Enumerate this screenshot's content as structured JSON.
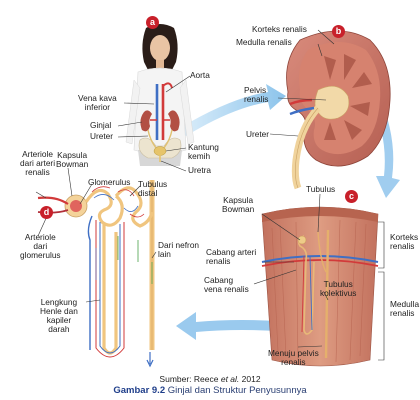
{
  "badges": {
    "a": "a",
    "b": "b",
    "c": "c",
    "d": "d"
  },
  "labels": {
    "aorta": "Aorta",
    "vena_kava": "Vena kava\ninferior",
    "ginjal": "Ginjal",
    "ureter_a": "Ureter",
    "kantung_kemih": "Kantung\nkemih",
    "uretra": "Uretra",
    "korteks_renalis_b": "Korteks renalis",
    "medulla_renalis_b": "Medulla renalis",
    "pelvis_renalis": "Pelvis\nrenalis",
    "ureter_b": "Ureter",
    "tubulus": "Tubulus",
    "kapsula_bowman_c": "Kapsula\nBowman",
    "cabang_arteri": "Cabang arteri\nrenalis",
    "cabang_vena": "Cabang\nvena renalis",
    "tubulus_kolektivus": "Tubulus\nkolektivus",
    "menuju_pelvis": "Menuju pelvis\nrenalis",
    "korteks_renalis_c": "Korteks\nrenalis",
    "medulla_renalis_c": "Medulla\nrenalis",
    "arteriole_arteri": "Arteriole\ndari arteri\nrenalis",
    "kapsula_bowman_d": "Kapsula\nBowman",
    "glomerulus": "Glomerulus",
    "tubulus_distal": "Tubulus\ndistal",
    "arteriole_glomerulus": "Arteriole\ndari\nglomerulus",
    "dari_nefron": "Dari nefron\nlain",
    "lengkung_henle": "Lengkung\nHenle dan\nkapiler\ndarah"
  },
  "source": {
    "prefix": "Sumber: Reece ",
    "italic": "et al.",
    "suffix": " 2012"
  },
  "caption": {
    "label": "Gambar 9.2",
    "text": "Ginjal dan Struktur Penyusunnya"
  },
  "colors": {
    "badge": "#c8202a",
    "artery": "#d23a3a",
    "vein": "#3f6fc4",
    "kidney": "#c97668",
    "tubule": "#e0a066",
    "arrow": "#8fc4ec"
  }
}
